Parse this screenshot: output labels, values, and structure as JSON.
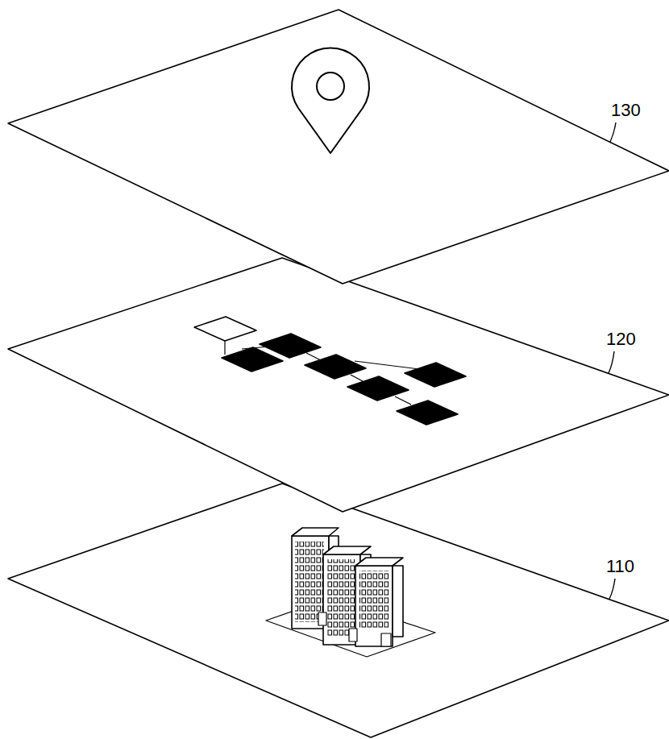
{
  "diagram": {
    "labels": [
      "130",
      "120",
      "110"
    ]
  }
}
